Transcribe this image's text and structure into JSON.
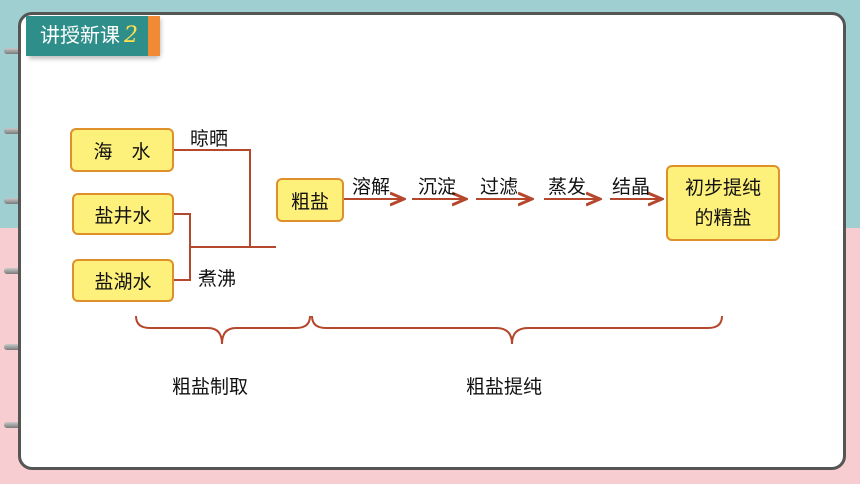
{
  "badge": {
    "label": "讲授新课",
    "number": "2"
  },
  "nodes": {
    "seawater": "海　水",
    "brine_well": "盐井水",
    "salt_lake": "盐湖水",
    "crude_salt": "粗盐",
    "refined_salt_line1": "初步提纯",
    "refined_salt_line2": "的精盐"
  },
  "edges": {
    "sun_dry": "晾晒",
    "boil": "煮沸",
    "dissolve": "溶解",
    "precipitate": "沉淀",
    "filter": "过滤",
    "evaporate": "蒸发",
    "crystallize": "结晶"
  },
  "groups": {
    "crude_salt_making": "粗盐制取",
    "crude_salt_purifying": "粗盐提纯"
  },
  "colors": {
    "line": "#b5472c",
    "box_fill": "#fdf07b",
    "box_border": "#e0902a",
    "badge": "#2e8f8a",
    "badge_accent": "#f08a33"
  }
}
